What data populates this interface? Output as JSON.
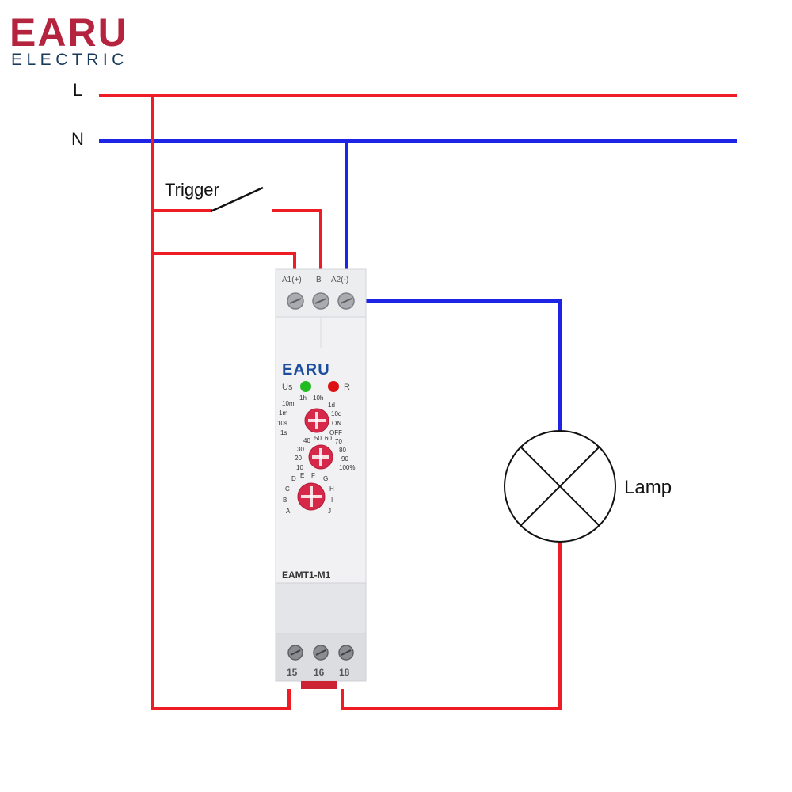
{
  "logo": {
    "brand": "EARU",
    "sub": "ELECTRIC",
    "color": "#b5243f",
    "sub_color": "#1a3a5c"
  },
  "lines": {
    "live": "L",
    "neutral": "N"
  },
  "labels": {
    "trigger": "Trigger",
    "lamp": "Lamp"
  },
  "colors": {
    "live_wire": "#ee1c24",
    "neutral_wire": "#1d24e6"
  },
  "device": {
    "brand": "EARU",
    "model": "EAMT1-M1",
    "top_terminals": [
      "A1(+)",
      "B",
      "A2(-)"
    ],
    "bottom_terminals": [
      "15",
      "16",
      "18"
    ],
    "led_power_label": "Us",
    "led_relay_label": "R",
    "led_power_color": "#22bb22",
    "led_relay_color": "#dd1111",
    "knob_color": "#d8284a",
    "dial_time": {
      "left": [
        "10m",
        "1m",
        "10s",
        "1s"
      ],
      "top": [
        "1h",
        "10h"
      ],
      "right": [
        "1d",
        "10d",
        "ON",
        "OFF"
      ]
    },
    "dial_percent": {
      "left": [
        "30",
        "20",
        "10"
      ],
      "top": [
        "40",
        "50",
        "60",
        "70"
      ],
      "right": [
        "80",
        "90",
        "100%"
      ]
    },
    "dial_mode": {
      "left": [
        "D",
        "C",
        "B",
        "A"
      ],
      "top": [
        "E",
        "F"
      ],
      "right": [
        "G",
        "H",
        "I",
        "J"
      ]
    }
  }
}
